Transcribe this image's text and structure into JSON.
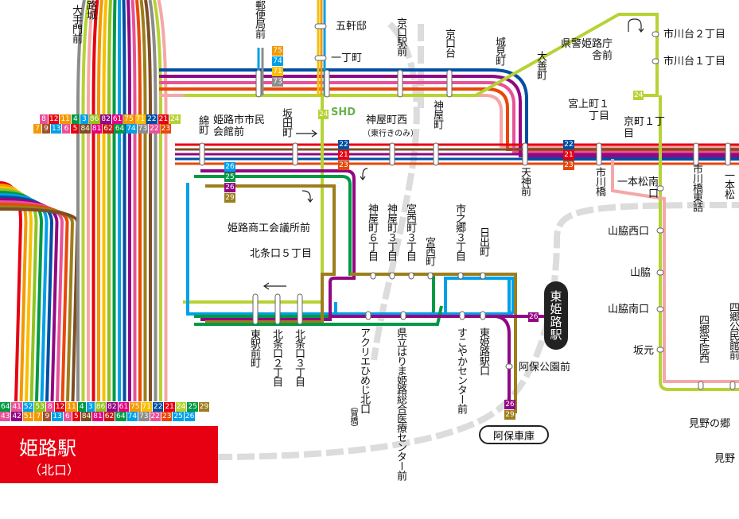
{
  "stations": {
    "himeji_station": "姫路駅",
    "himeji_station_sub": "（北口）",
    "higashi_himeji": "東姫路駅",
    "abo_depot": "阿保車庫"
  },
  "labels": {
    "otemon": "大手門前",
    "himejijo": "路城",
    "yubinkyoku": "郵便局前",
    "gokenyashiki": "五軒邸",
    "itchome": "一丁町",
    "kyoguchi_eki": "京口駅前",
    "kyoguchidai": "京口台",
    "shiromi": "城見町",
    "ohzen": "大善町",
    "kenkei": "県警姫路庁舎前",
    "ichikawadai2": "市川台２丁目",
    "ichikawadai1": "市川台１丁目",
    "watamachi": "綿町",
    "shimin_kaikan": "姫路市市民会館前",
    "sakata": "坂田町",
    "shd": "SHD",
    "kamiyanishi": "神屋町西",
    "kamiyanishi_note": "（東行きのみ）",
    "kamiya": "神屋町",
    "miyaue": "宮上町１丁目",
    "kyomachi": "京町１丁目",
    "tenjin": "天神前",
    "ichikawabashi": "市川橋",
    "ipponmatsu": "一本松南口",
    "ichikawabashi_higashi": "市川橋東詰",
    "ipponmatsu2": "一本松",
    "shoko": "姫路商工会議所前",
    "hojo5": "北条口５丁目",
    "kamiya6": "神屋町６丁目",
    "kamiya3": "神屋町３丁目",
    "miyanishi3": "宮西町３丁目",
    "miyanishi": "宮西町",
    "ichinogo3": "市之郷３丁目",
    "hinode": "日出町",
    "yamawakinishi": "山脇西口",
    "yamawaki": "山脇",
    "yamawakiminami": "山脇南口",
    "sakamoto": "坂元",
    "yonogo_gakuin": "四郷学院西",
    "yonogo_kominkan": "四郷公民館前",
    "higashi_ekimae": "東駅前町",
    "hojo2": "北条口２丁目",
    "hojo3": "北条口３丁目",
    "acrea": "アクリエひめじ北口",
    "acrea_note": "（賀橋）",
    "kenritsu": "県立はりま姫路総合医療センター前",
    "sukoyaka": "すこやかセンター前",
    "higashihimeji_guchi": "東姫路駅口",
    "abo_park": "阿保公園前",
    "mino1": "見野の郷",
    "mino2": "見野"
  },
  "badges": {
    "row_top": [
      {
        "t": "8",
        "c": "#e85298"
      },
      {
        "t": "12",
        "c": "#e60012"
      },
      {
        "t": "11",
        "c": "#f39800"
      },
      {
        "t": "4",
        "c": "#009944"
      },
      {
        "t": "3",
        "c": "#00a0e9"
      },
      {
        "t": "86",
        "c": "#8fc31f"
      },
      {
        "t": "82",
        "c": "#920783"
      },
      {
        "t": "61",
        "c": "#e4007f"
      },
      {
        "t": "75",
        "c": "#f39800"
      },
      {
        "t": "71",
        "c": "#fabe00"
      },
      {
        "t": "22",
        "c": "#004ea2"
      },
      {
        "t": "21",
        "c": "#e60012"
      },
      {
        "t": "24",
        "c": "#b5d334"
      }
    ],
    "row_bottom": [
      {
        "t": "7",
        "c": "#f39800"
      },
      {
        "t": "9",
        "c": "#a0522d"
      },
      {
        "t": "13",
        "c": "#00a0e9"
      },
      {
        "t": "6",
        "c": "#e85298"
      },
      {
        "t": "5",
        "c": "#e60012"
      },
      {
        "t": "84",
        "c": "#7d4e24"
      },
      {
        "t": "81",
        "c": "#e4007f"
      },
      {
        "t": "62",
        "c": "#c9171e"
      },
      {
        "t": "64",
        "c": "#009944"
      },
      {
        "t": "74",
        "c": "#00a0e9"
      },
      {
        "t": "73",
        "c": "#8c8c8c"
      },
      {
        "t": "22",
        "c": "#e85298"
      },
      {
        "t": "23",
        "c": "#e94709"
      }
    ],
    "station_top": [
      {
        "t": "64",
        "c": "#009944"
      },
      {
        "t": "41",
        "c": "#e85298"
      },
      {
        "t": "52",
        "c": "#00a0e9"
      },
      {
        "t": "53",
        "c": "#8fc31f"
      },
      {
        "t": "8",
        "c": "#e85298"
      },
      {
        "t": "12",
        "c": "#e60012"
      },
      {
        "t": "11",
        "c": "#f39800"
      },
      {
        "t": "4",
        "c": "#009944"
      },
      {
        "t": "3",
        "c": "#00a0e9"
      },
      {
        "t": "86",
        "c": "#8fc31f"
      },
      {
        "t": "82",
        "c": "#920783"
      },
      {
        "t": "61",
        "c": "#e4007f"
      },
      {
        "t": "75",
        "c": "#f39800"
      },
      {
        "t": "71",
        "c": "#fabe00"
      },
      {
        "t": "22",
        "c": "#004ea2"
      },
      {
        "t": "21",
        "c": "#e60012"
      },
      {
        "t": "24",
        "c": "#b5d334"
      },
      {
        "t": "25",
        "c": "#009944"
      },
      {
        "t": "29",
        "c": "#9c7e1b"
      }
    ],
    "station_bottom": [
      {
        "t": "43",
        "c": "#e85298"
      },
      {
        "t": "42",
        "c": "#920783"
      },
      {
        "t": "51",
        "c": "#f39800"
      },
      {
        "t": "7",
        "c": "#f39800"
      },
      {
        "t": "9",
        "c": "#a0522d"
      },
      {
        "t": "13",
        "c": "#00a0e9"
      },
      {
        "t": "6",
        "c": "#e85298"
      },
      {
        "t": "5",
        "c": "#e60012"
      },
      {
        "t": "84",
        "c": "#7d4e24"
      },
      {
        "t": "81",
        "c": "#e4007f"
      },
      {
        "t": "62",
        "c": "#c9171e"
      },
      {
        "t": "64",
        "c": "#009944"
      },
      {
        "t": "74",
        "c": "#00a0e9"
      },
      {
        "t": "73",
        "c": "#8c8c8c"
      },
      {
        "t": "22",
        "c": "#e85298"
      },
      {
        "t": "23",
        "c": "#e94709"
      },
      {
        "t": "25",
        "c": "#00a0e9"
      },
      {
        "t": "26",
        "c": "#00a0e9"
      }
    ],
    "yubin": [
      {
        "t": "75",
        "c": "#f39800"
      },
      {
        "t": "74",
        "c": "#00a0e9"
      },
      {
        "t": "71",
        "c": "#fabe00"
      },
      {
        "t": "73",
        "c": "#8c8c8c"
      }
    ],
    "kamiya": [
      {
        "t": "22",
        "c": "#004ea2"
      },
      {
        "t": "21",
        "c": "#e60012"
      },
      {
        "t": "23",
        "c": "#e94709"
      }
    ],
    "tenjin": [
      {
        "t": "22",
        "c": "#004ea2"
      },
      {
        "t": "21",
        "c": "#e60012"
      },
      {
        "t": "23",
        "c": "#e94709"
      }
    ],
    "loop": [
      {
        "t": "26",
        "c": "#00a0e9"
      },
      {
        "t": "25",
        "c": "#009944"
      },
      {
        "t": "26",
        "c": "#920783"
      },
      {
        "t": "29",
        "c": "#9c7e1b"
      }
    ],
    "shd": [
      {
        "t": "24",
        "c": "#b5d334"
      }
    ],
    "right": [
      {
        "t": "24",
        "c": "#b5d334"
      }
    ],
    "higashi": [
      {
        "t": "26",
        "c": "#920783"
      }
    ],
    "depot": [
      {
        "t": "26",
        "c": "#920783"
      },
      {
        "t": "29",
        "c": "#9c7e1b"
      }
    ]
  },
  "colors": {
    "station_box": "#e60012",
    "route_colors": [
      "#e60012",
      "#f39800",
      "#fabe00",
      "#8fc31f",
      "#009944",
      "#00a0e9",
      "#004ea2",
      "#920783",
      "#e85298",
      "#e94709",
      "#9c7e1b",
      "#7d4e24",
      "#8c8c8c",
      "#b5d334",
      "#f5a7a7"
    ]
  }
}
